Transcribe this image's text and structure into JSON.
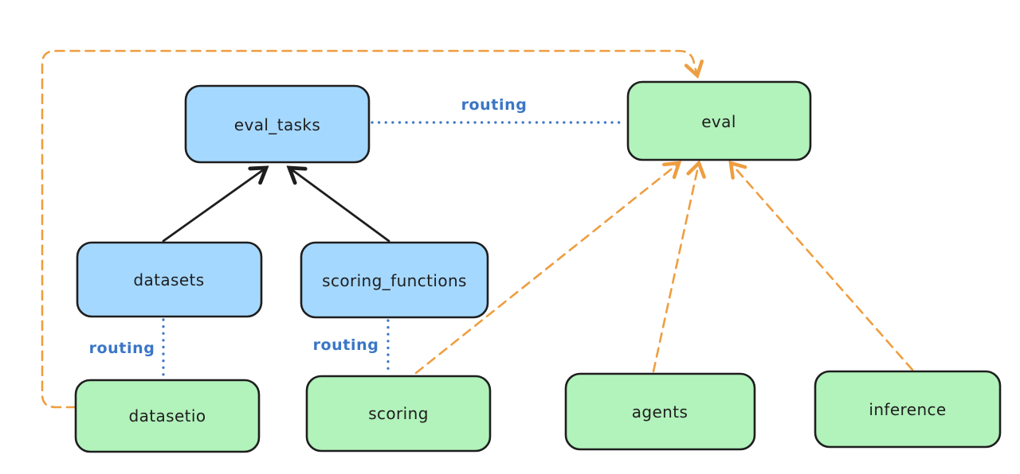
{
  "colors": {
    "background": "#ffffff",
    "ink": "#1e1e1e",
    "blue_fill": "#a5d8ff",
    "green_fill": "#b2f2bb",
    "routing_blue": "#3a76c6",
    "orange": "#ee9e40"
  },
  "nodes": {
    "eval_tasks": {
      "label": "eval_tasks",
      "color": "blue"
    },
    "eval": {
      "label": "eval",
      "color": "green"
    },
    "datasets": {
      "label": "datasets",
      "color": "blue"
    },
    "scoring_functions": {
      "label": "scoring_functions",
      "color": "blue"
    },
    "datasetio": {
      "label": "datasetio",
      "color": "green"
    },
    "scoring": {
      "label": "scoring",
      "color": "green"
    },
    "agents": {
      "label": "agents",
      "color": "green"
    },
    "inference": {
      "label": "inference",
      "color": "green"
    }
  },
  "edges": {
    "datasets_to_eval_tasks": {
      "style": "solid",
      "color": "ink",
      "arrow": true
    },
    "scoring_functions_to_eval_tasks": {
      "style": "solid",
      "color": "ink",
      "arrow": true
    },
    "eval_tasks_to_eval": {
      "style": "dotted",
      "color": "routing_blue",
      "label": "routing"
    },
    "datasets_to_datasetio": {
      "style": "dotted",
      "color": "routing_blue",
      "label": "routing"
    },
    "scoring_functions_to_scoring": {
      "style": "dotted",
      "color": "routing_blue",
      "label": "routing"
    },
    "datasetio_to_eval": {
      "style": "dashed",
      "color": "orange",
      "arrow": true
    },
    "scoring_to_eval": {
      "style": "dashed",
      "color": "orange",
      "arrow": true
    },
    "agents_to_eval": {
      "style": "dashed",
      "color": "orange",
      "arrow": true
    },
    "inference_to_eval": {
      "style": "dashed",
      "color": "orange",
      "arrow": true
    }
  }
}
